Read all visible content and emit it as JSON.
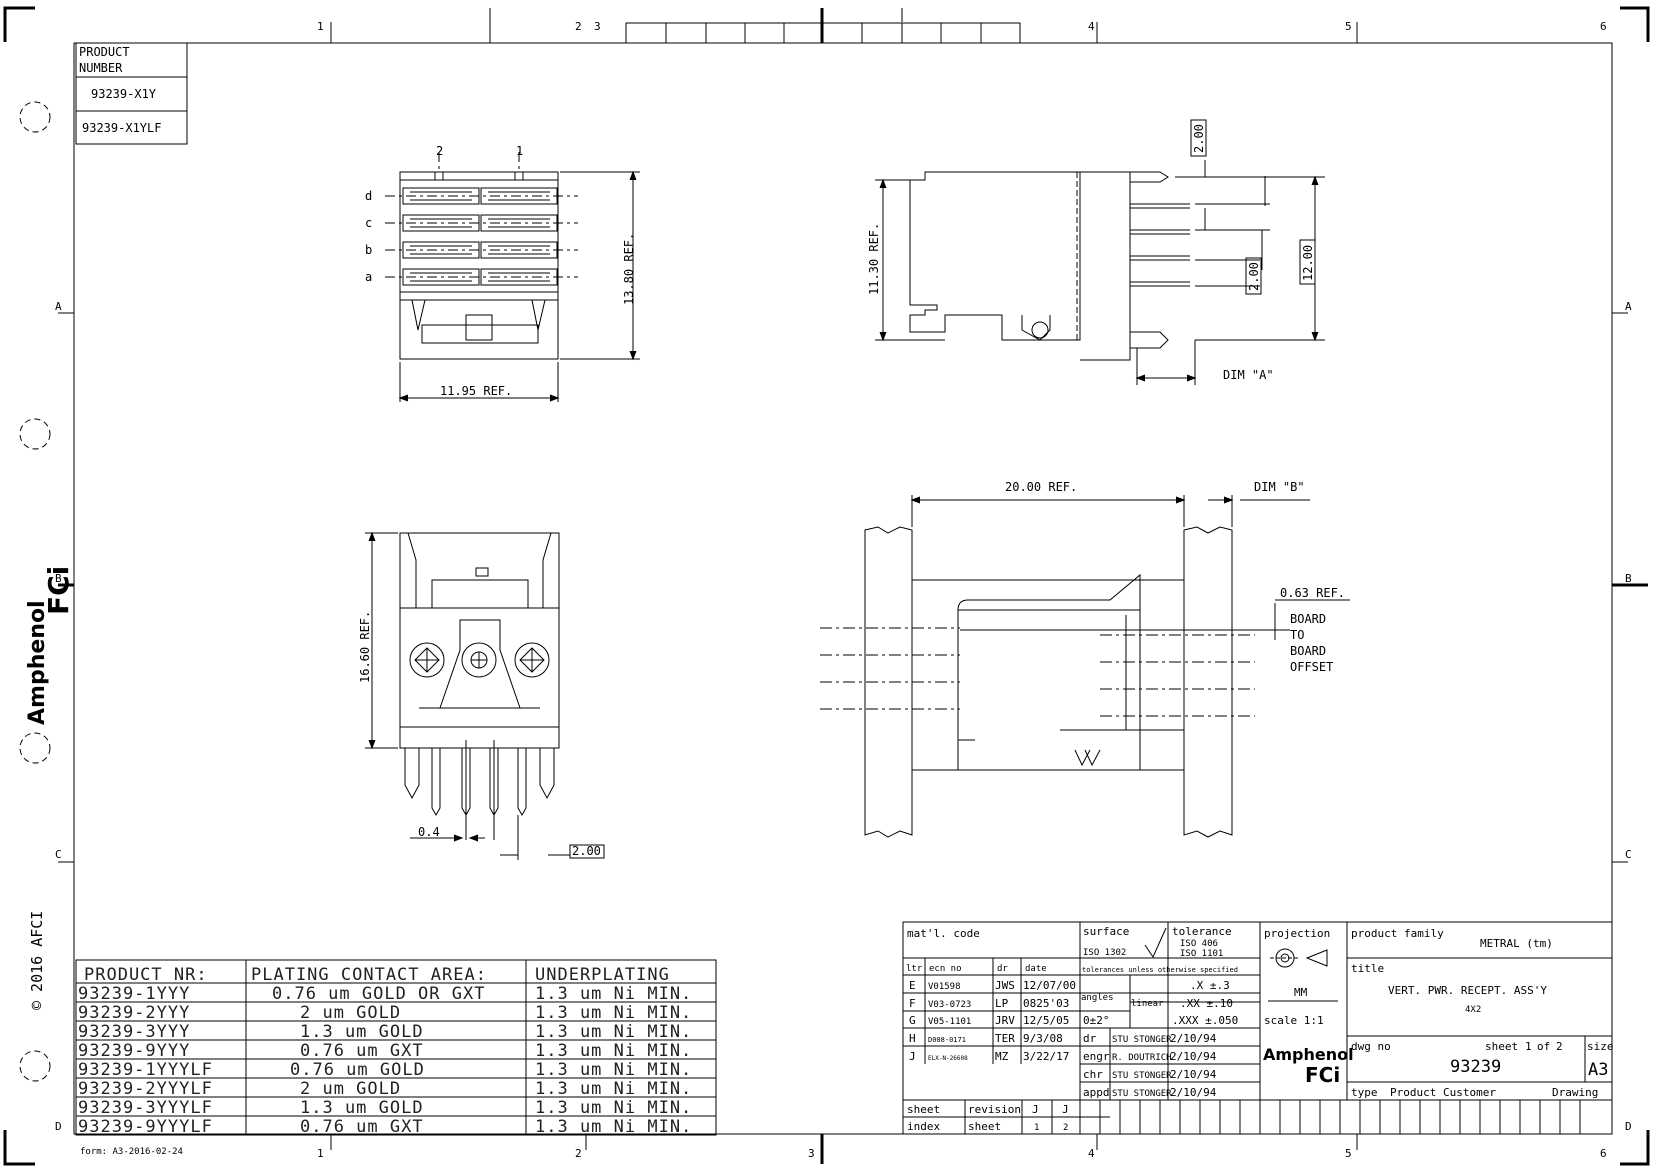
{
  "frame": {
    "zones_top": [
      "1",
      "2",
      "3",
      "4",
      "5",
      "6"
    ],
    "zones_bottom": [
      "1",
      "2",
      "3",
      "4",
      "5",
      "6"
    ],
    "zones_side": [
      "A",
      "B",
      "C",
      "D"
    ],
    "copyright": "© 2016 AFCI",
    "form_label": "form: A3-2016-02-24"
  },
  "brand": {
    "name_top": "Amphenol",
    "name_bottom": "FCi",
    "color": "#1a6fb5"
  },
  "product_number_box": {
    "header": [
      "PRODUCT",
      "NUMBER"
    ],
    "numbers": [
      "93239-X1Y",
      "93239-X1YLF"
    ]
  },
  "views": {
    "top_view": {
      "pin_cols": [
        "2",
        "1"
      ],
      "rows": [
        "d",
        "c",
        "b",
        "a"
      ],
      "height_dim": "13.80 REF.",
      "width_dim": "11.95 REF."
    },
    "side_view": {
      "pitch_top": "2.00",
      "pitch_mid": "2.00",
      "height_right": "12.00",
      "height_left": "11.30 REF.",
      "dim_a": "DIM \"A\""
    },
    "front_view": {
      "height_dim": "16.60 REF.",
      "pin_width": "0.4",
      "pitch": "2.00"
    },
    "board_view": {
      "width_dim": "20.00 REF.",
      "dim_b": "DIM \"B\"",
      "offset_dim": "0.63 REF.",
      "offset_label": [
        "BOARD",
        "TO",
        "BOARD",
        "OFFSET"
      ]
    }
  },
  "plating_table": {
    "headers": [
      "PRODUCT NR:",
      "PLATING CONTACT AREA:",
      "UNDERPLATING"
    ],
    "rows": [
      [
        "93239-1YYY",
        "0.76 um GOLD OR GXT",
        "1.3 um Ni MIN."
      ],
      [
        "93239-2YYY",
        "2 um GOLD",
        "1.3 um Ni MIN."
      ],
      [
        "93239-3YYY",
        "1.3 um GOLD",
        "1.3 um Ni MIN."
      ],
      [
        "93239-9YYY",
        "0.76 um GXT",
        "1.3 um Ni MIN."
      ],
      [
        "93239-1YYYLF",
        "0.76 um GOLD",
        "1.3 um Ni MIN."
      ],
      [
        "93239-2YYYLF",
        "2 um GOLD",
        "1.3 um Ni MIN."
      ],
      [
        "93239-3YYYLF",
        "1.3 um GOLD",
        "1.3 um Ni MIN."
      ],
      [
        "93239-9YYYLF",
        "0.76 um GXT",
        "1.3 um Ni MIN."
      ]
    ]
  },
  "title_block": {
    "matl_code_label": "mat'l. code",
    "surface_label": "surface",
    "surface_value": "ISO 1302",
    "tolerance_label": "tolerance",
    "tolerance_iso": [
      "ISO 406",
      "ISO 1101"
    ],
    "projection_label": "projection",
    "product_family_label": "product family",
    "product_family": "METRAL (tm)",
    "rev_headers": [
      "ltr",
      "ecn no",
      "dr",
      "date"
    ],
    "tolerances_note": "tolerances unless otherwise specified",
    "revisions": [
      [
        "E",
        "V01598",
        "JWS",
        "12/07/00"
      ],
      [
        "F",
        "V03-0723",
        "LP",
        "0825'03"
      ],
      [
        "G",
        "V05-1101",
        "JRV",
        "12/5/05"
      ],
      [
        "H",
        "D008-0171",
        "TER",
        "9/3/08"
      ],
      [
        "J",
        "ELX-N-26608",
        "MZ",
        "3/22/17"
      ]
    ],
    "angles_label": "angles",
    "angles_value": "0±2°",
    "linear_label": "linear",
    "linear_values": [
      ".X ±.3",
      ".XX ±.10",
      ".XXX ±.050"
    ],
    "units": "MM",
    "scale": "scale 1:1",
    "title_label": "title",
    "title": "VERT. PWR. RECEPT. ASS'Y",
    "subtitle": "4X2",
    "approvals": [
      [
        "dr",
        "STU STONGER",
        "2/10/94"
      ],
      [
        "engr",
        "R. DOUTRICH",
        "2/10/94"
      ],
      [
        "chr",
        "STU STONGER",
        "2/10/94"
      ],
      [
        "appd",
        "STU STONGER",
        "2/10/94"
      ]
    ],
    "dwg_no_label": "dwg no",
    "dwg_no": "93239",
    "sheet_label": "sheet",
    "sheet_num": "1",
    "of_label": "of",
    "sheet_total": "2",
    "size_label": "size",
    "size": "A3",
    "type_label": "type",
    "type_value": "Product Customer",
    "drawing_label": "Drawing",
    "index_labels": [
      "sheet",
      "index",
      "revision",
      "sheet"
    ],
    "index_values": [
      "J",
      "J",
      "1",
      "2"
    ]
  }
}
